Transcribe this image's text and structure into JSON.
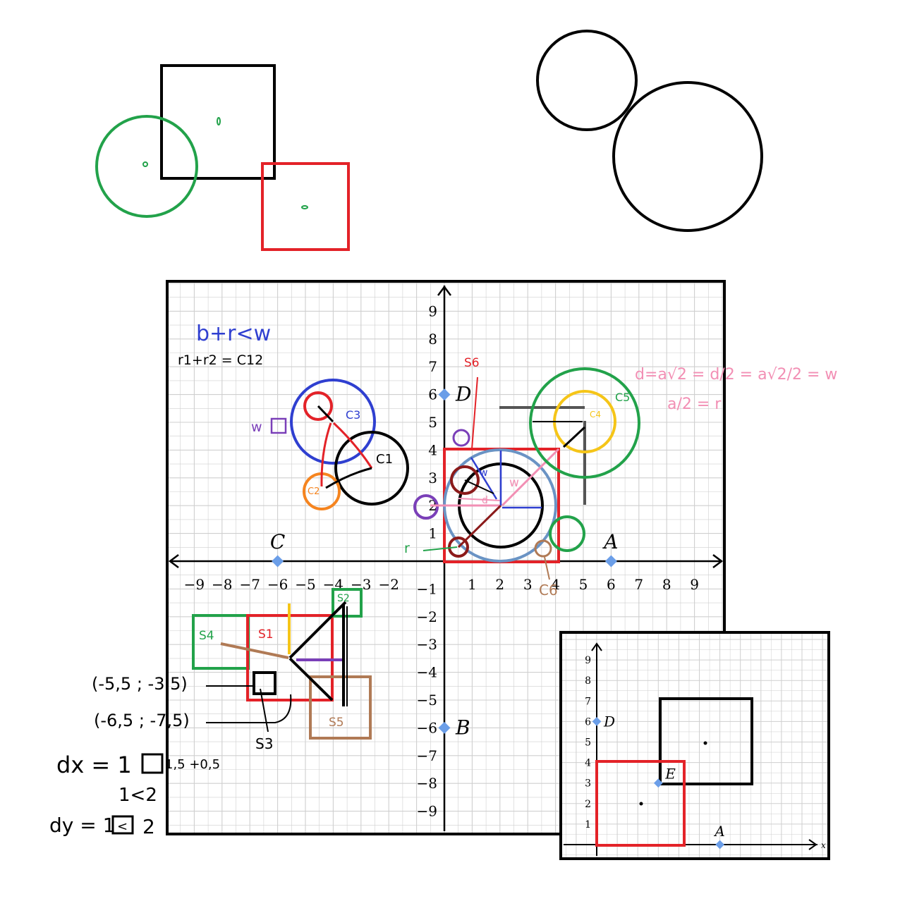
{
  "colors": {
    "black": "#000000",
    "red": "#e32228",
    "green": "#22a24a",
    "blue": "#2f3fd0",
    "pink": "#f28fb4",
    "orange": "#f5841f",
    "purple": "#7a3fb8",
    "yellow": "#f5c518",
    "brown": "#b07a55",
    "darkred": "#8b1a1a",
    "steel": "#6a93c4",
    "grid": "#cfcfcf",
    "point": "#6b9ee8",
    "gray": "#555555"
  },
  "main_grid": {
    "x_ticks": [
      "−9",
      "−8",
      "−7",
      "−6",
      "−5",
      "−4",
      "−3",
      "−2",
      "1",
      "2",
      "3",
      "4",
      "5",
      "6",
      "7",
      "8",
      "9"
    ],
    "y_ticks": [
      "9",
      "8",
      "7",
      "6",
      "5",
      "4",
      "3",
      "2",
      "1",
      "−1",
      "−2",
      "−3",
      "−4",
      "−5",
      "−6",
      "−7",
      "−8",
      "−9"
    ],
    "points": [
      {
        "label": "A",
        "x": 6,
        "y": 0
      },
      {
        "label": "B",
        "x": 0,
        "y": -6
      },
      {
        "label": "C",
        "x": -6,
        "y": 0
      },
      {
        "label": "D",
        "x": 0,
        "y": 6
      }
    ]
  },
  "inset_grid": {
    "y_ticks": [
      "9",
      "8",
      "7",
      "6",
      "5",
      "4",
      "3",
      "2",
      "1"
    ],
    "axis_label": "x",
    "points": [
      {
        "label": "A",
        "x": 6,
        "y": 0
      },
      {
        "label": "D",
        "x": 0,
        "y": 6
      },
      {
        "label": "E",
        "x": 3,
        "y": 3
      }
    ]
  },
  "annotations": {
    "formula_blue": "b+r<w",
    "formula_black": "r1+r2 = C12",
    "formula_pink_1": "d=a√2 = d/2 = a√2/2 = w",
    "formula_pink_2": "a/2 = r",
    "s6": "S6",
    "c5": "C5",
    "c4": "C4",
    "c3": "C3",
    "c1": "C1",
    "c2": "C2",
    "w_box": "w",
    "c6": "C6",
    "r_label": "r",
    "w_pink": "w",
    "w_blue": "w",
    "d_pink": "d",
    "s1": "S1",
    "s2": "S2",
    "s3": "S3",
    "s4": "S4",
    "s5": "S5",
    "coord1": "(-5,5 ; -3,5)",
    "coord2": "(-6,5 ; -7,5)",
    "dx_line": "dx = 1",
    "dx_tail": "1,5 +0,5",
    "ineq": "1<2",
    "dy_line": "dy = 1",
    "dy_tail": "2"
  }
}
